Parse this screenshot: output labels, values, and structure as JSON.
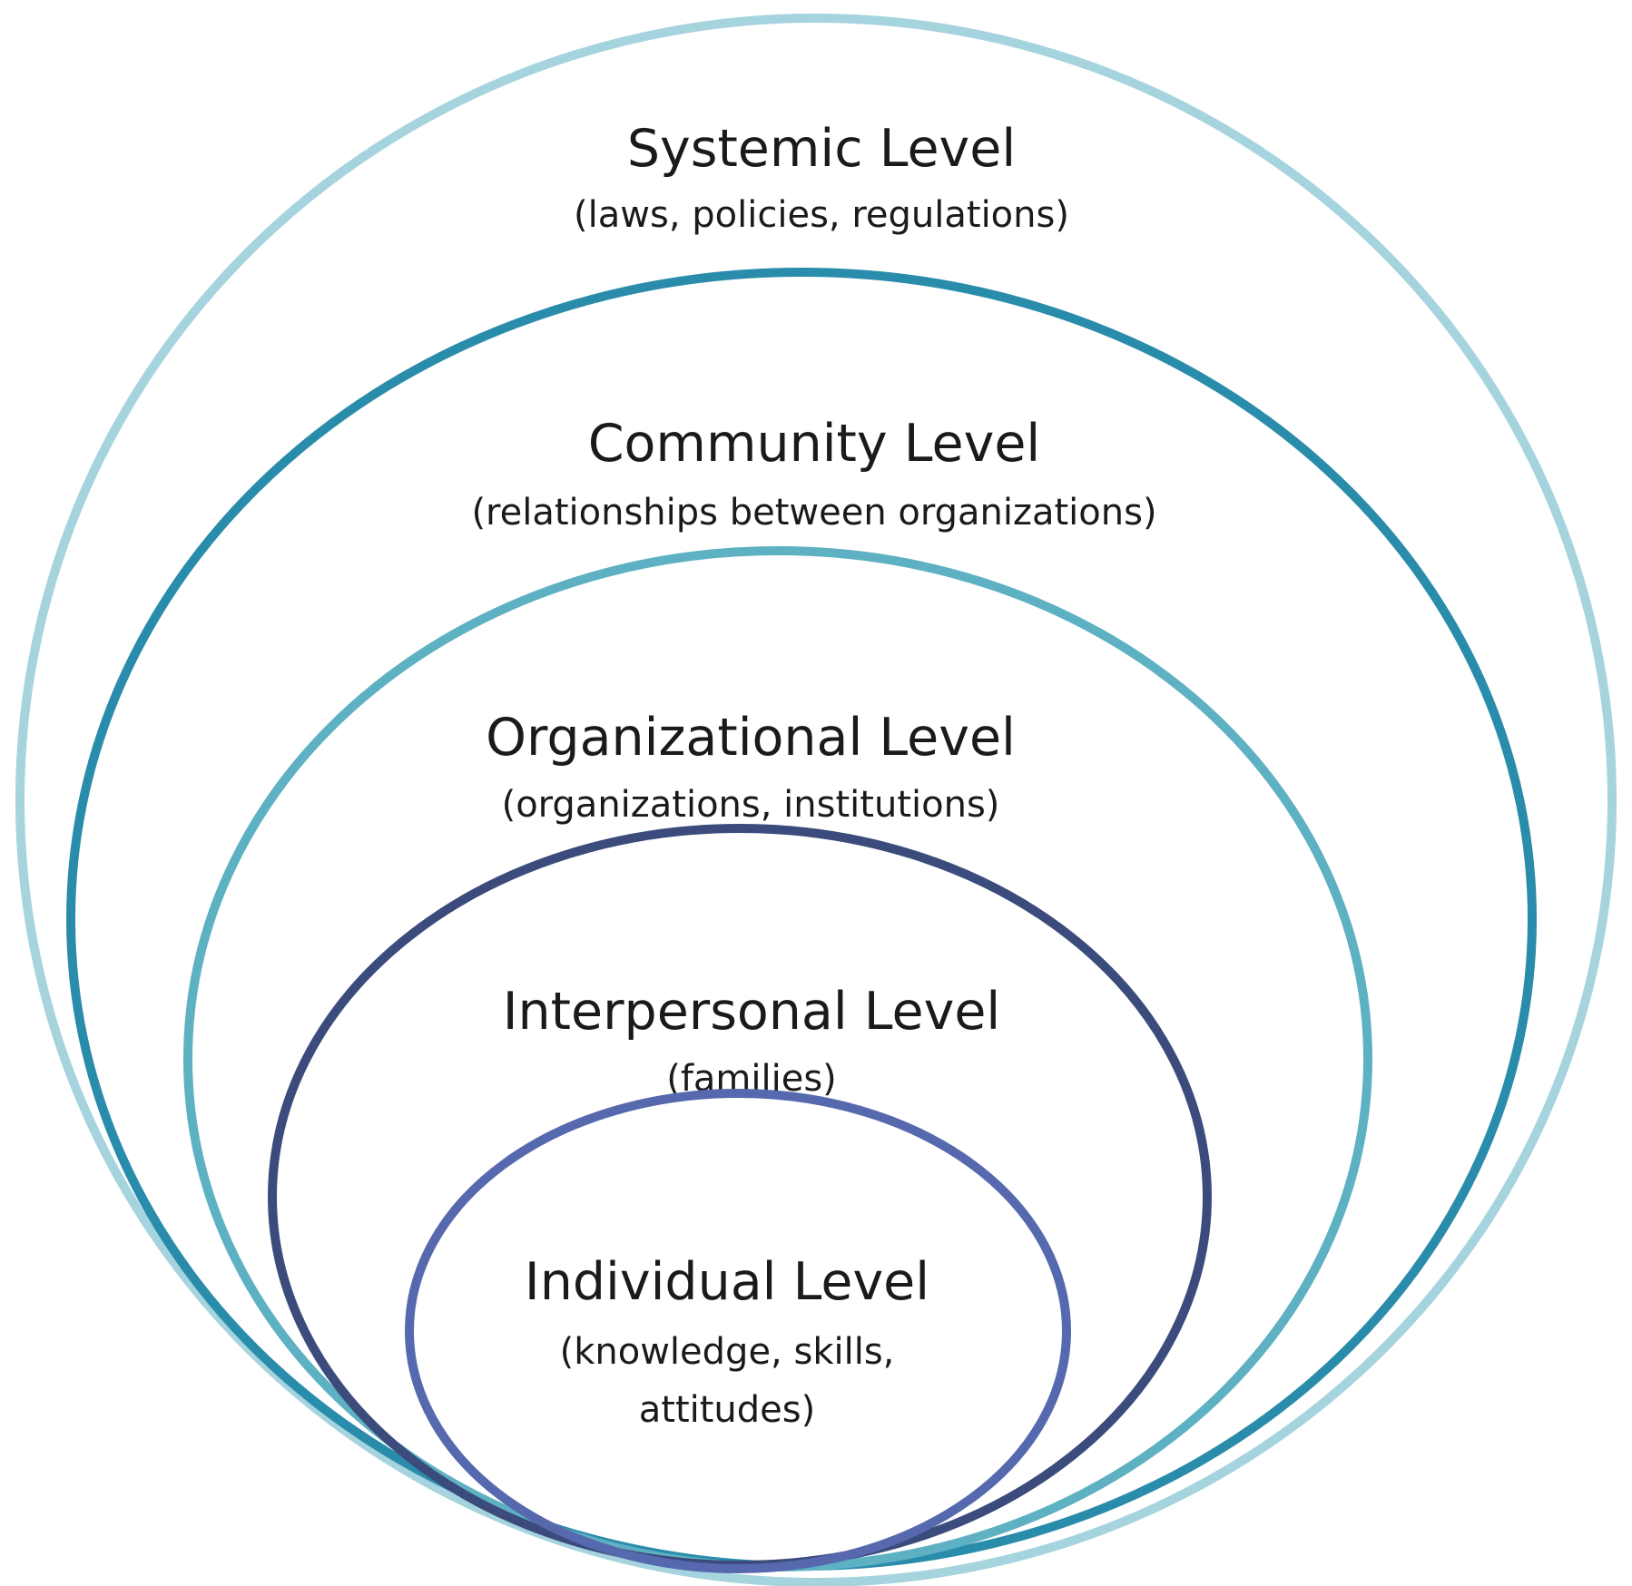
{
  "levels": [
    {
      "title": "Systemic Level",
      "description": [
        "(laws, policies, regulations)"
      ],
      "color": "#A5D3DE"
    },
    {
      "title": "Community Level",
      "description": [
        "(relationships between organizations)"
      ],
      "color": "#2A8CAB"
    },
    {
      "title": "Organizational Level",
      "description": [
        "(organizations, institutions)"
      ],
      "color": "#5DB1C2"
    },
    {
      "title": "Interpersonal Level",
      "description": [
        "(families)"
      ],
      "color": "#3B4C7C"
    },
    {
      "title": "Individual Level",
      "description": [
        "(knowledge, skills,",
        "attitudes)"
      ],
      "color": "#5669AE"
    }
  ]
}
